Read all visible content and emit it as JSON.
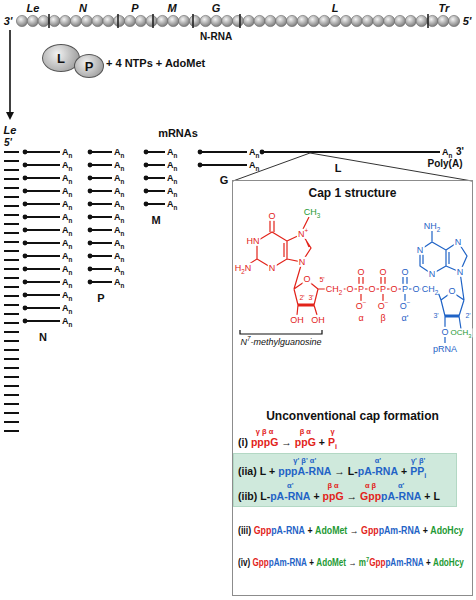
{
  "diagram": {
    "nodes": [
      {
        "text": [
          "L"
        ]
      },
      {
        "text": [
          "P"
        ]
      },
      {
        "text": [
          "Cap 1 structure",
          "Unconventional cap formation"
        ]
      },
      {
        "text": [
          "(iia)",
          "L",
          "+",
          "γ' β' α'",
          "pppA-RNA",
          "→",
          "L-",
          "α'",
          "pA-RNA",
          "+",
          "γ' β'",
          "PPi",
          "(iib)",
          "L-",
          "α'",
          "pA-RNA",
          "+",
          "β α",
          "ppG",
          "→",
          "α β",
          "Gpp",
          "α'",
          "pA-RNA",
          "+",
          "L"
        ],
        "in": 2
      }
    ],
    "labels": [
      "3'",
      "Le",
      "N",
      "P",
      "M",
      "G",
      "L",
      "Tr",
      "5'",
      "N-RNA",
      "+ 4 NTPs + AdoMet",
      "Le",
      "5'",
      "mRNAs",
      "An",
      "An",
      "An",
      "An",
      "An",
      "An",
      "An",
      "An",
      "An",
      "An",
      "An",
      "An",
      "An",
      "An",
      "N",
      "An",
      "An",
      "An",
      "An",
      "An",
      "An",
      "An",
      "An",
      "An",
      "An",
      "An",
      "P",
      "An",
      "An",
      "An",
      "An",
      "An",
      "M",
      "An",
      "An",
      "G",
      "An",
      "3'",
      "L",
      "Poly(A)",
      "CH3",
      "N+",
      "O",
      "HN",
      "H2N",
      "N",
      "N",
      "O",
      "5'",
      "2'",
      "3'",
      "OH",
      "OH",
      "CH2",
      "O",
      "P",
      "O",
      "P",
      "O",
      "P",
      "O",
      "CH2",
      "O",
      "O",
      "O",
      "O−",
      "O−",
      "O−",
      "α",
      "β",
      "α'",
      "NH2",
      "N",
      "N",
      "N",
      "N",
      "O",
      "3'",
      "2'",
      "O",
      "OCH3",
      "pRNA",
      "N7-methylguanosine",
      "(i)",
      "γ β α",
      "pppG",
      "→",
      "β α",
      "ppG",
      "+",
      "γ",
      "Pi",
      "(iii)",
      "Gpp",
      "pA-RNA",
      "+",
      "AdoMet",
      "→",
      "Gpp",
      "pAm-RNA",
      "+",
      "AdoHcy",
      "(iv)",
      "Gpp",
      "pAm-RNA",
      "+",
      "AdoMet",
      "→",
      "m7",
      "Gpp",
      "pAm-RNA",
      "+",
      "AdoHcy"
    ]
  }
}
